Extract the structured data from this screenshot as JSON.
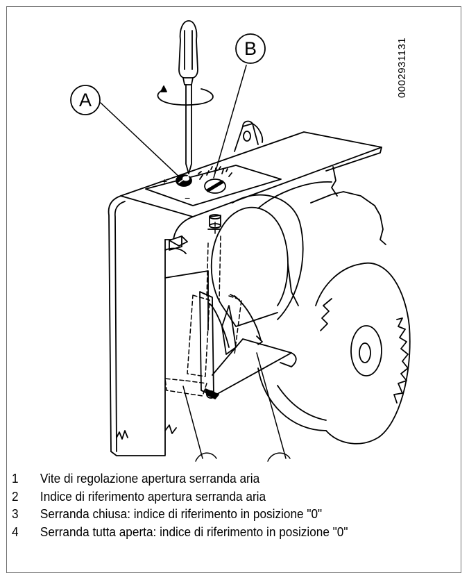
{
  "figure": {
    "doc_code": "0002931131",
    "callouts": {
      "a": "A",
      "b": "B"
    },
    "scale_marks": {
      "plus": "+",
      "minus": "−"
    }
  },
  "legend": [
    {
      "num": "1",
      "text": "Vite di regolazione apertura serranda aria"
    },
    {
      "num": "2",
      "text": "Indice di riferimento apertura serranda aria"
    },
    {
      "num": "3",
      "text": "Serranda chiusa: indice di riferimento in posizione \"0\""
    },
    {
      "num": "4",
      "text": "Serranda tutta aperta: indice di riferimento in posizione \"0\""
    }
  ]
}
